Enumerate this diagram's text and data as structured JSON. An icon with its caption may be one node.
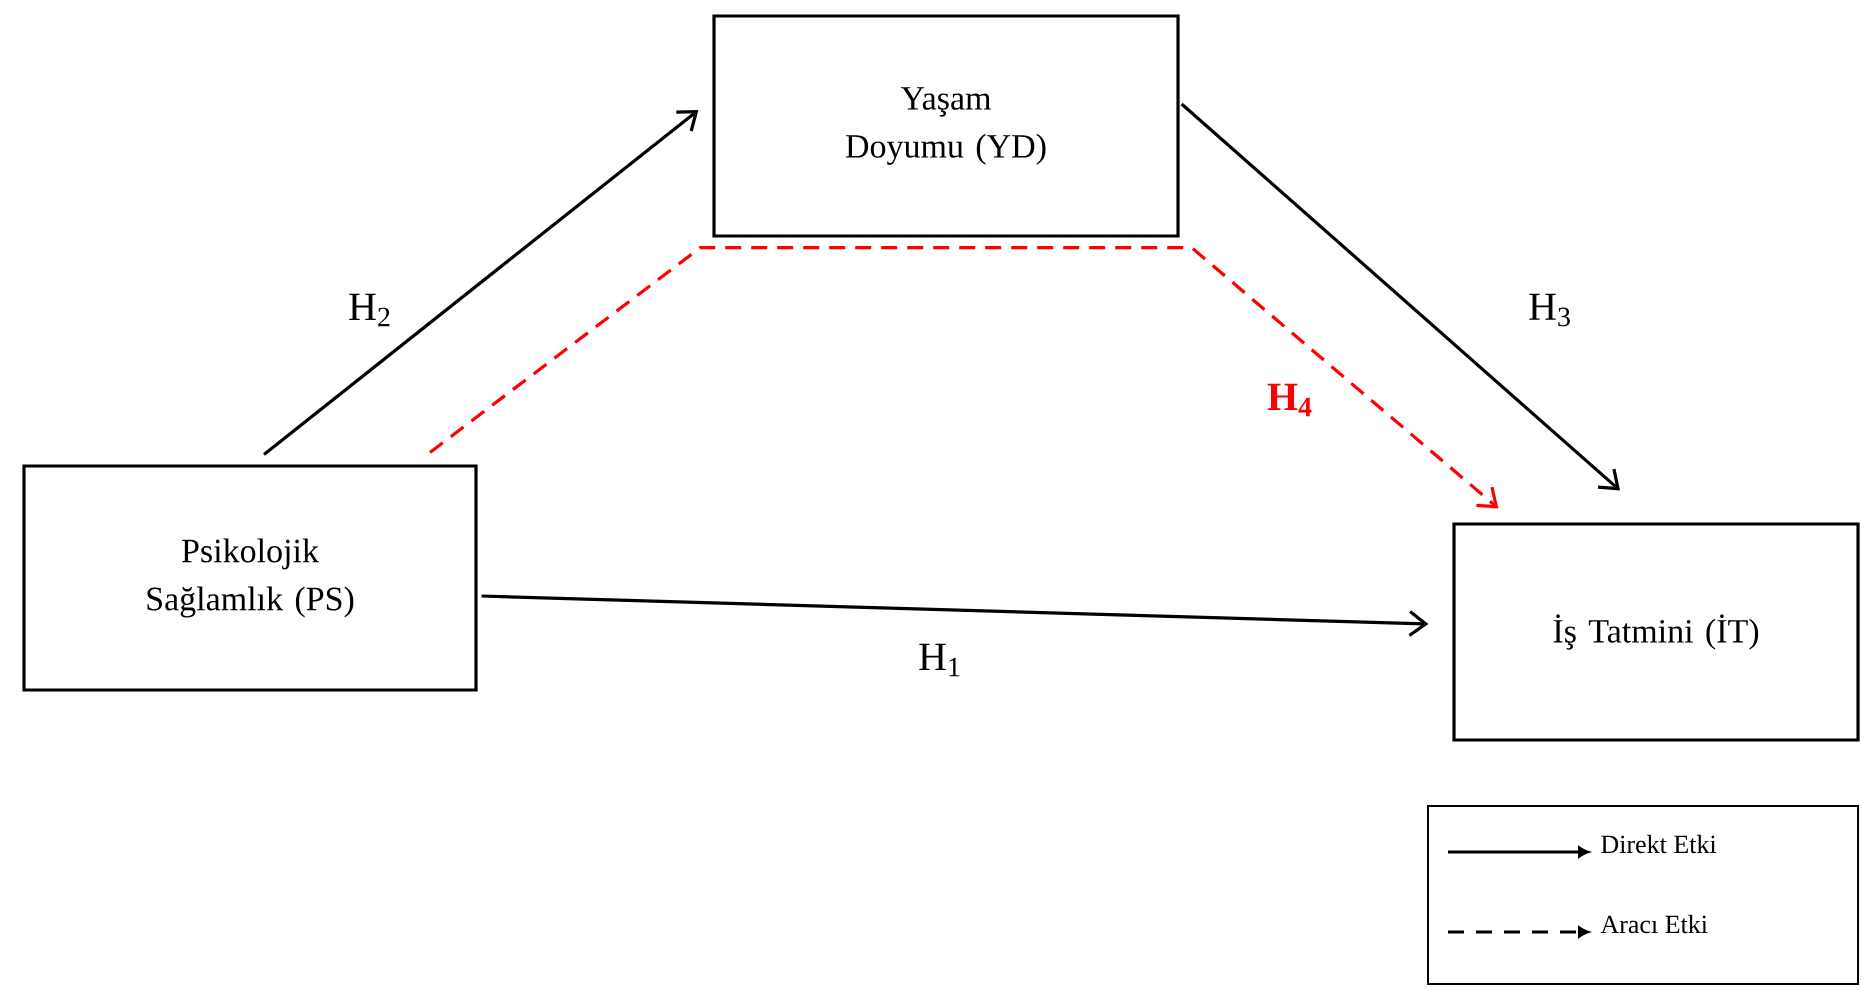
{
  "diagram": {
    "nodes": [
      {
        "text": [
          "Psikolojik Sağlamlık (PS)"
        ]
      },
      {
        "text": [
          "Yaşam Doyumu (YD)"
        ]
      },
      {
        "text": [
          "İş Tatmini (İT)"
        ]
      }
    ],
    "edges": [
      {
        "from": 0,
        "to": 2,
        "arrow": "to",
        "label": "H$_{1}$"
      },
      {
        "from": 0,
        "to": 1,
        "arrow": "to",
        "label": "H$_{2}$"
      },
      {
        "from": 1,
        "to": 2,
        "arrow": "to",
        "label": "H$_{3}$"
      },
      {
        "from": 0,
        "to": 2,
        "arrow": "to",
        "label": "H$_{4}$",
        "style": "dashed",
        "color": "#ff0000"
      }
    ],
    "legend": [
      {
        "text": "Direkt Etki"
      },
      {
        "text": "Aracı Etki"
      }
    ]
  }
}
